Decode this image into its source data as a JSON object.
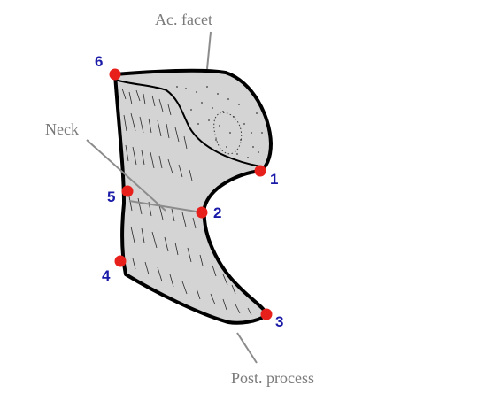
{
  "labels": {
    "facet": "Ac. facet",
    "neck": "Neck",
    "process": "Post. process"
  },
  "landmarks": [
    {
      "id": "1",
      "label": "1"
    },
    {
      "id": "2",
      "label": "2"
    },
    {
      "id": "3",
      "label": "3"
    },
    {
      "id": "4",
      "label": "4"
    },
    {
      "id": "5",
      "label": "5"
    },
    {
      "id": "6",
      "label": "6"
    }
  ],
  "colors": {
    "bone_fill": "#d4d4d4",
    "outline": "#000000",
    "landmark_point": "#e8201c",
    "landmark_number": "#1a1aa8",
    "label_text": "#7a7a7a",
    "leader_line": "#8c8c8c"
  }
}
